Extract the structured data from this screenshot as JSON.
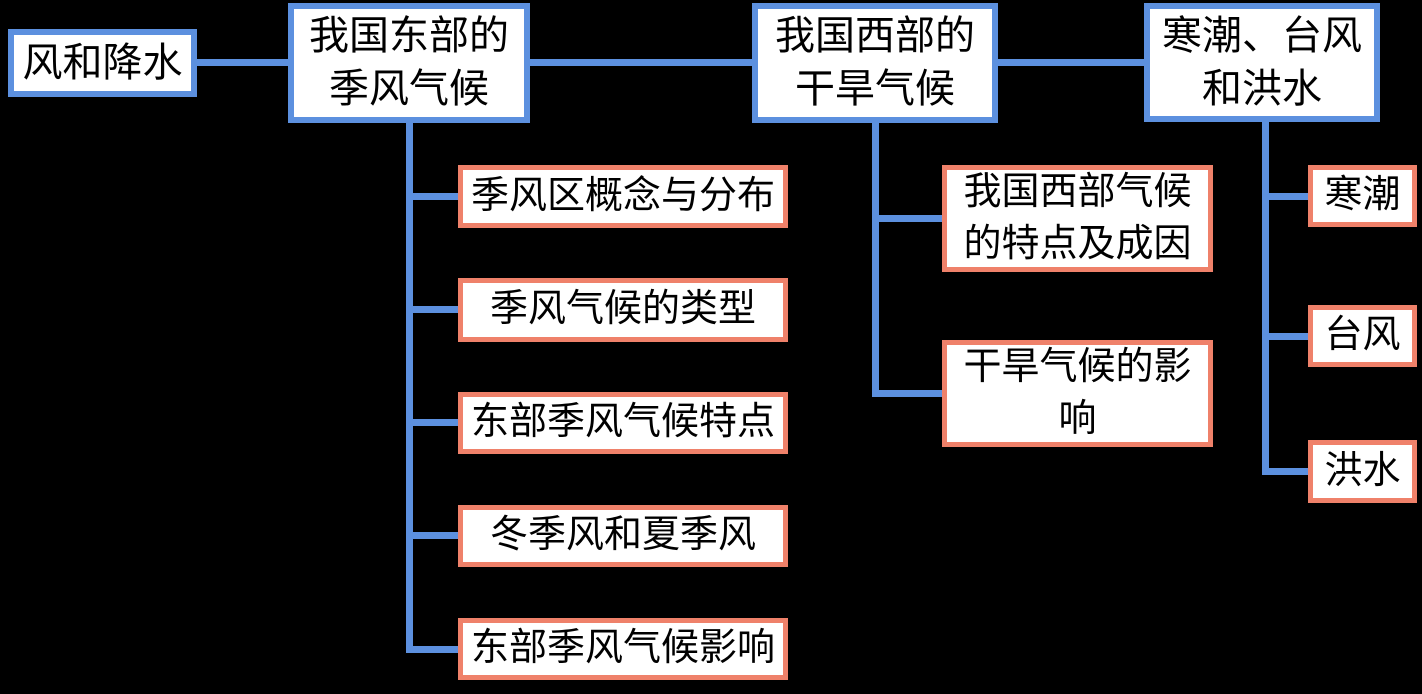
{
  "diagram": {
    "colors": {
      "background": "#000000",
      "connector_blue": "#5C90DF",
      "topic_border": "#5C90DF",
      "subtopic_border": "#EF816A",
      "node_fill": "#FFFFFF",
      "text": "#000000"
    },
    "root": {
      "label": "风和降水"
    },
    "topics": [
      {
        "label": "我国东部的\n季风气候",
        "subtopics": [
          "季风区概念与分布",
          "季风气候的类型",
          "东部季风气候特点",
          "冬季风和夏季风",
          "东部季风气候影响"
        ]
      },
      {
        "label": "我国西部的\n干旱气候",
        "subtopics": [
          "我国西部气候\n的特点及成因",
          "干旱气候的影\n响"
        ]
      },
      {
        "label": "寒潮、台风\n和洪水",
        "subtopics": [
          "寒潮",
          "台风",
          "洪水"
        ]
      }
    ]
  }
}
